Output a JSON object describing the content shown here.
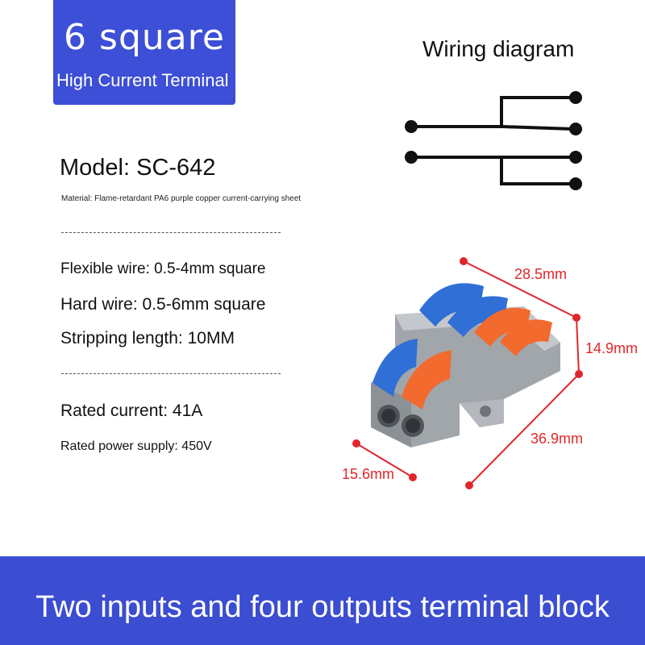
{
  "badge": {
    "title": "6 square",
    "subtitle": "High Current Terminal",
    "color": "#3c4fd6"
  },
  "wiring": {
    "title": "Wiring diagram"
  },
  "specs": {
    "model": "Model: SC-642",
    "material": "Material: Flame-retardant PA6 purple copper current-carrying sheet",
    "flexible_wire": "Flexible wire: 0.5-4mm square",
    "hard_wire": "Hard wire: 0.5-6mm square",
    "stripping_length": "Stripping length: 10MM",
    "rated_current": "Rated current: 41A",
    "rated_power": "Rated power supply: 450V"
  },
  "product": {
    "dimensions": {
      "length": "28.5mm",
      "height": "14.9mm",
      "depth": "36.9mm",
      "width": "15.6mm"
    },
    "colors": {
      "body": "#9ea3a8",
      "blue_lever": "#2f6fd6",
      "orange_lever": "#f26a2e",
      "dimension": "#e0262b"
    }
  },
  "footer": {
    "text": "Two inputs and four outputs terminal block",
    "color": "#3b4dd1"
  }
}
